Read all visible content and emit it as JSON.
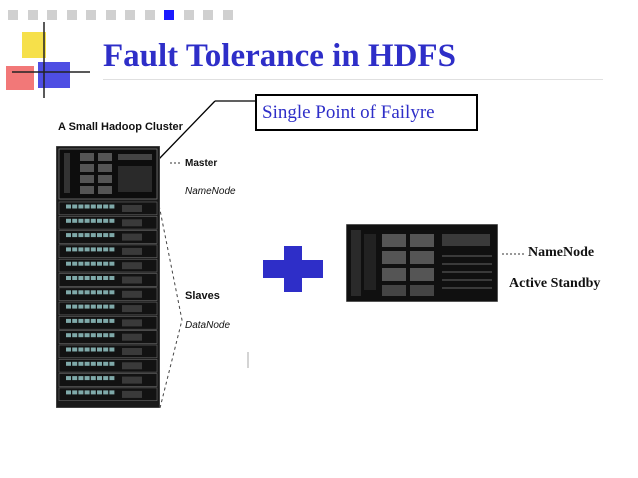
{
  "slide": {
    "title": "Fault Tolerance in HDFS",
    "callout": "Single Point of Failyre",
    "cluster_title": "A Small Hadoop Cluster",
    "master_label": "Master",
    "namenode_label": "NameNode",
    "slaves_label": "Slaves",
    "datanode_label": "DataNode",
    "standby_namenode_label": "NameNode",
    "standby_mode_label": "Active Standby",
    "nav_indicator": {
      "total": 12,
      "active_index": 8
    },
    "colors": {
      "title": "#2e2ec8",
      "plus": "#2e2ec8",
      "nav_active": "#1a1aff",
      "nav_inactive": "#d0d0d0"
    }
  }
}
